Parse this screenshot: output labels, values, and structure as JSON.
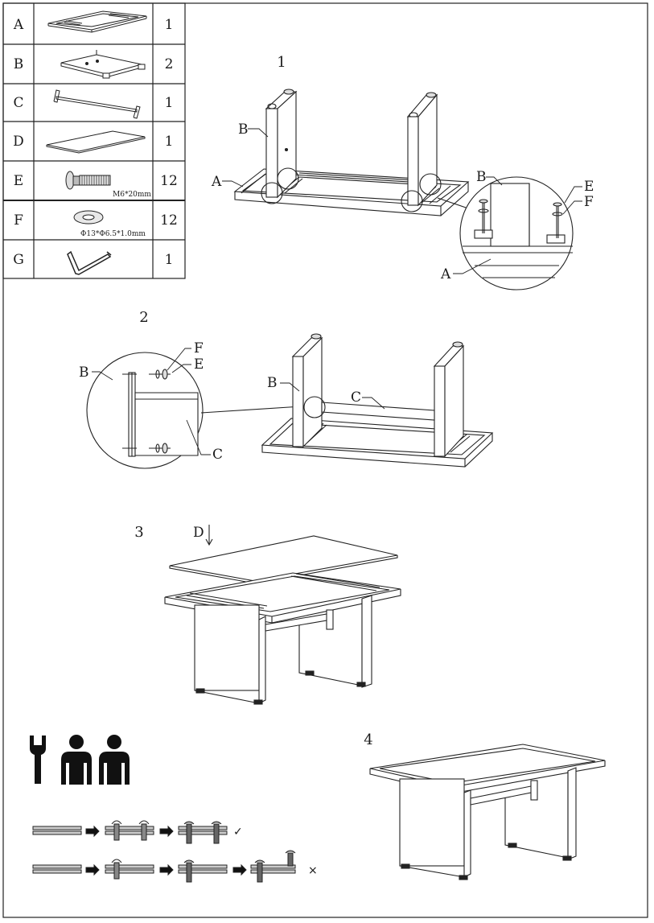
{
  "parts": [
    {
      "letter": "A",
      "qty": "1",
      "icon": "frame-icon"
    },
    {
      "letter": "B",
      "qty": "2",
      "icon": "leg-panel-icon"
    },
    {
      "letter": "C",
      "qty": "1",
      "icon": "crossbar-icon"
    },
    {
      "letter": "D",
      "qty": "1",
      "icon": "glass-top-icon"
    },
    {
      "letter": "E",
      "qty": "12",
      "icon": "bolt-icon",
      "spec": "M6*20mm"
    },
    {
      "letter": "F",
      "qty": "12",
      "icon": "washer-icon",
      "spec": "Φ13*Φ6.5*1.0mm"
    },
    {
      "letter": "G",
      "qty": "1",
      "icon": "allen-key-icon"
    }
  ],
  "steps": {
    "s1": {
      "number": "1",
      "labels": {
        "b": "B",
        "a": "A",
        "zb": "B",
        "ze": "E",
        "zf": "F",
        "za": "A"
      }
    },
    "s2": {
      "number": "2",
      "labels": {
        "zb": "B",
        "zf": "F",
        "ze": "E",
        "zc": "C",
        "b": "B",
        "c": "C"
      }
    },
    "s3": {
      "number": "3",
      "labels": {
        "d": "D"
      }
    },
    "s4": {
      "number": "4"
    }
  },
  "notes": {
    "tools_icons": [
      "wrench-icon",
      "person-icon",
      "person-icon"
    ],
    "correct_mark": "✓",
    "wrong_mark": "×"
  }
}
